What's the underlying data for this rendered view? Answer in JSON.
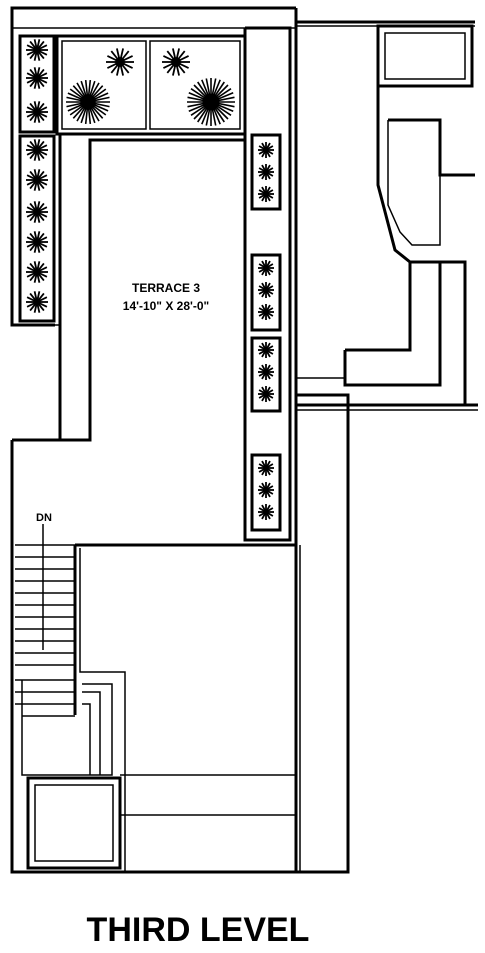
{
  "room": {
    "name": "TERRACE 3",
    "dimensions": "14'-10\" X 28'-0\""
  },
  "stair": {
    "direction": "DN"
  },
  "level": {
    "title": "THIRD LEVEL"
  }
}
